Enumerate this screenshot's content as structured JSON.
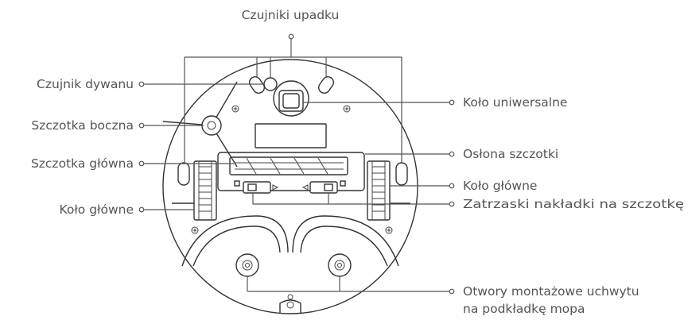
{
  "labels": {
    "cliff_sensors": "Czujniki upadku",
    "carpet_sensor": "Czujnik dywanu",
    "side_brush": "Szczotka boczna",
    "main_brush": "Szczotka główna",
    "main_wheel_left": "Koło główne",
    "universal_wheel": "Koło uniwersalne",
    "brush_cover": "Osłona szczotki",
    "main_wheel_right": "Koło główne",
    "brush_cover_latches": "Zatrzaski nakładki na szczotkę",
    "mop_mount_holes_line1": "Otwory montażowe uchwytu",
    "mop_mount_holes_line2": "na podkładkę mopa"
  },
  "colors": {
    "line": "#555555",
    "outline": "#333333",
    "text": "#555555"
  }
}
